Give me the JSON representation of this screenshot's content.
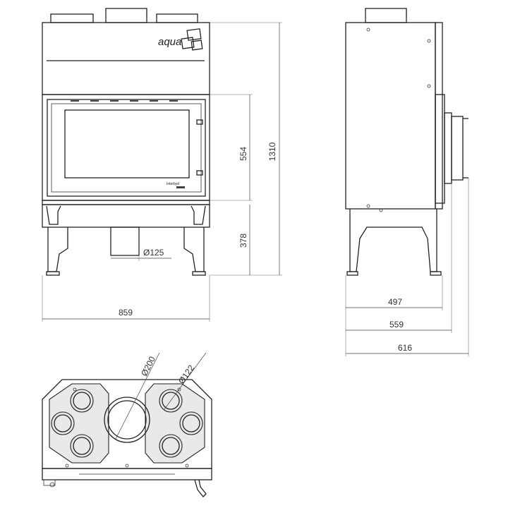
{
  "logo": {
    "text": "aqua",
    "door_badge": "Interbyd"
  },
  "front_view": {
    "width_label": "859",
    "height_label": "1310",
    "door_height_label": "554",
    "base_height_label": "378",
    "pipe_label": "Ø125"
  },
  "side_view": {
    "depth1_label": "497",
    "depth2_label": "559",
    "depth3_label": "616"
  },
  "top_view": {
    "large_pipe_label": "Ø200",
    "small_pipe_label": "Ø122"
  }
}
